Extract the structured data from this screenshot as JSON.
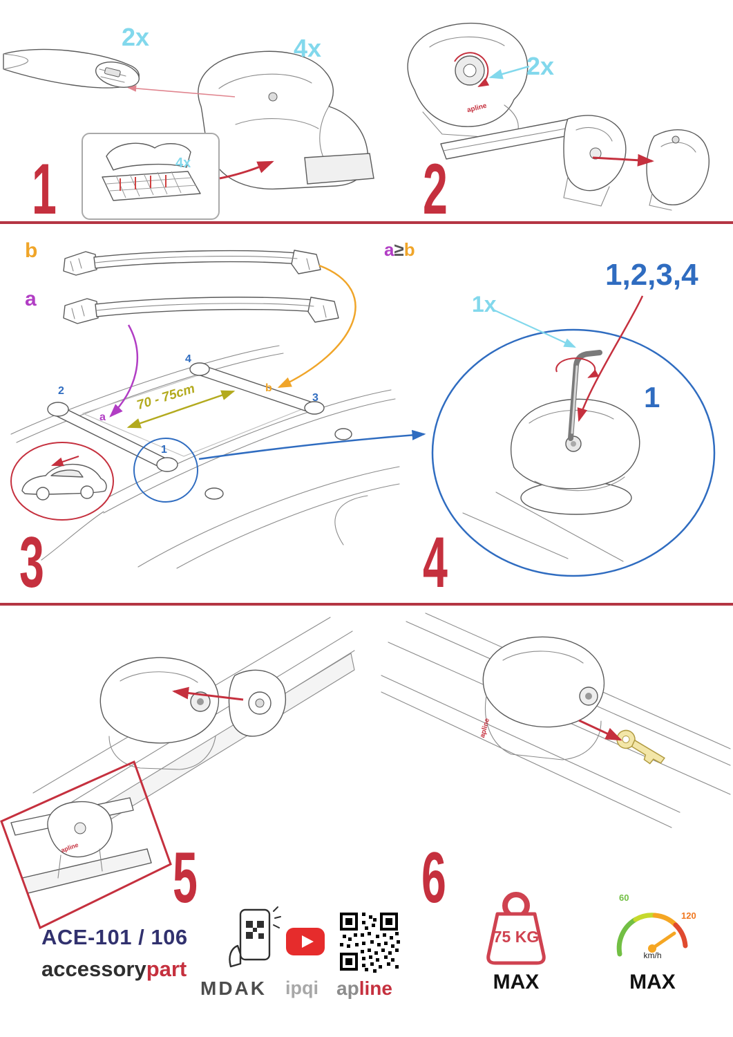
{
  "colors": {
    "accent_red": "#c5303e",
    "cyan": "#82d8ec",
    "blue": "#2f6cc0",
    "purple": "#b13dc4",
    "orange": "#f0a529",
    "olive": "#b3aa1e",
    "navy": "#31316e"
  },
  "steps": {
    "s1": {
      "number": "1",
      "bar_qty": "2x",
      "foot_qty": "4x",
      "pad_qty": "4x"
    },
    "s2": {
      "number": "2",
      "clamp_qty": "2x",
      "brand_mark": "apline"
    },
    "s3": {
      "number": "3",
      "bar_b_label": "b",
      "bar_a_label": "a",
      "formula": {
        "a": "a",
        "op": "≥",
        "b": "b"
      },
      "distance": "70 - 75cm",
      "roof_labels": {
        "pos1": "1",
        "pos2": "2",
        "pos3": "3",
        "pos4": "4",
        "a": "a",
        "b": "b"
      }
    },
    "s4": {
      "number": "4",
      "tool_qty": "1x",
      "sequence": "1,2,3,4",
      "first_pos": "1"
    },
    "s5": {
      "number": "5",
      "brand_mark": "apline"
    },
    "s6": {
      "number": "6",
      "brand_mark": "apline"
    }
  },
  "footer": {
    "model": "ACE-101 / 106",
    "brand": {
      "accessory": "accessory",
      "part": "part"
    },
    "partners": {
      "mdak": "MDAK",
      "ipqi": "ipqi",
      "ap": "ap",
      "line": "line"
    },
    "load": {
      "value": "75 KG",
      "max": "MAX"
    },
    "speed": {
      "low": "60",
      "high": "120",
      "unit": "km/h",
      "max": "MAX"
    }
  }
}
